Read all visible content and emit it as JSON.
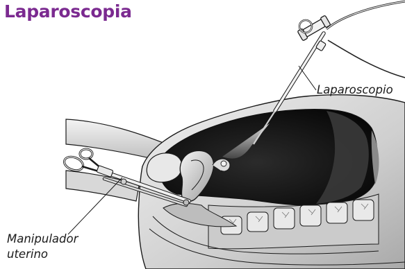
{
  "title": "Laparoscopia",
  "labels": {
    "laparoscope": "Laparoscopio",
    "uterine_manipulator_line1": "Manipulador",
    "uterine_manipulator_line2": "uterino"
  },
  "colors": {
    "title": "#7b2a90",
    "ink": "#1a1a1a",
    "skin": "#d9d9d9",
    "cavity": "#111111",
    "bone": "#b5b5b5",
    "instrument": "#f2f2f2"
  }
}
